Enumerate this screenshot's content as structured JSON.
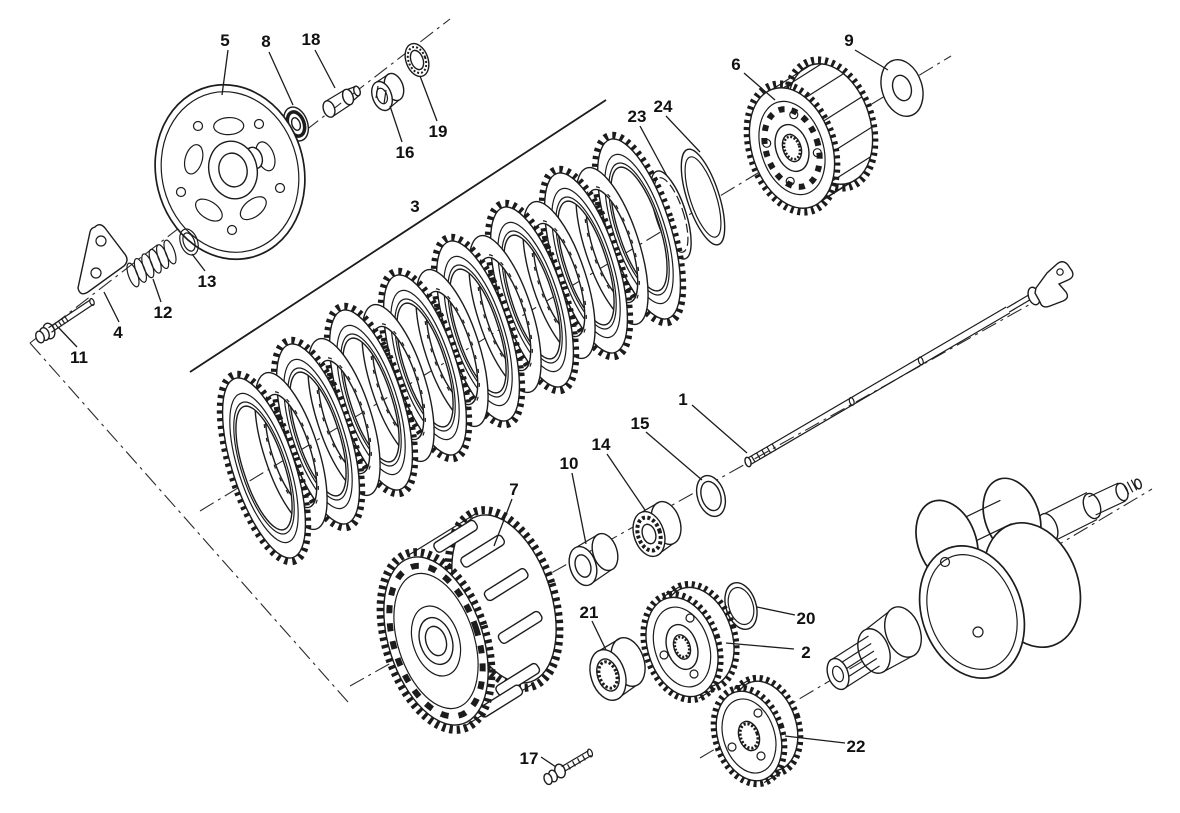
{
  "diagram": {
    "callouts": [
      {
        "label": "1"
      },
      {
        "label": "2"
      },
      {
        "label": "3"
      },
      {
        "label": "4"
      },
      {
        "label": "5"
      },
      {
        "label": "6"
      },
      {
        "label": "7"
      },
      {
        "label": "8"
      },
      {
        "label": "9"
      },
      {
        "label": "10"
      },
      {
        "label": "11"
      },
      {
        "label": "12"
      },
      {
        "label": "13"
      },
      {
        "label": "14"
      },
      {
        "label": "15"
      },
      {
        "label": "16"
      },
      {
        "label": "17"
      },
      {
        "label": "18"
      },
      {
        "label": "19"
      },
      {
        "label": "20"
      },
      {
        "label": "21"
      },
      {
        "label": "22"
      },
      {
        "label": "23"
      },
      {
        "label": "24"
      }
    ]
  },
  "colors": {
    "background": "#ffffff",
    "line": "#1c1c1c"
  }
}
